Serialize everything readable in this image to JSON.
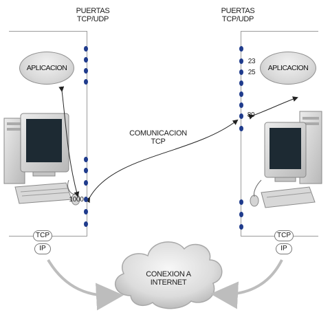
{
  "left_node": {
    "ports_title_line1": "PUERTAS",
    "ports_title_line2": "TCP/UDP",
    "app_label": "APLICACION",
    "port_number": "1000",
    "tcp_label": "TCP",
    "ip_label": "IP"
  },
  "right_node": {
    "ports_title_line1": "PUERTAS",
    "ports_title_line2": "TCP/UDP",
    "app_label": "APLICACION",
    "port_23": "23",
    "port_25": "25",
    "port_80": "80",
    "tcp_label": "TCP",
    "ip_label": "IP"
  },
  "connection": {
    "label_line1": "COMUNICACION",
    "label_line2": "TCP"
  },
  "cloud": {
    "label_line1": "CONEXION A",
    "label_line2": "INTERNET"
  },
  "colors": {
    "port_dot": "#1f3b8c",
    "frame": "#9a9a9a",
    "arrow": "#222222",
    "cloud_arrow": "#bdbdbd"
  }
}
